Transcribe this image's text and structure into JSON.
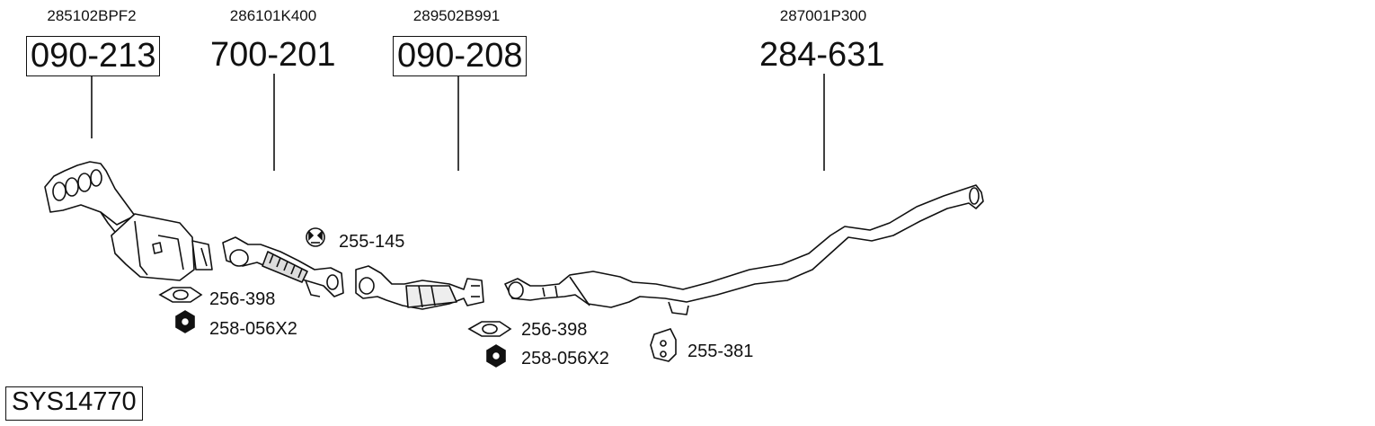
{
  "title_codes": [
    {
      "oem": "285102BPF2",
      "part": "090-213",
      "boxed": true
    },
    {
      "oem": "286101K400",
      "part": "700-201",
      "boxed": false
    },
    {
      "oem": "289502B991",
      "part": "090-208",
      "boxed": true
    },
    {
      "oem": "287001P300",
      "part": "284-631",
      "boxed": false
    }
  ],
  "accessories": [
    {
      "label": "255-145",
      "icon": "rubber-hanger-icon"
    },
    {
      "label": "256-398",
      "icon": "gasket-icon"
    },
    {
      "label": "258-056X2",
      "icon": "hex-nut-icon"
    },
    {
      "label": "256-398",
      "icon": "gasket-icon"
    },
    {
      "label": "258-056X2",
      "icon": "hex-nut-icon"
    },
    {
      "label": "255-381",
      "icon": "rubber-mount-icon"
    }
  ],
  "system_code": "SYS14770"
}
